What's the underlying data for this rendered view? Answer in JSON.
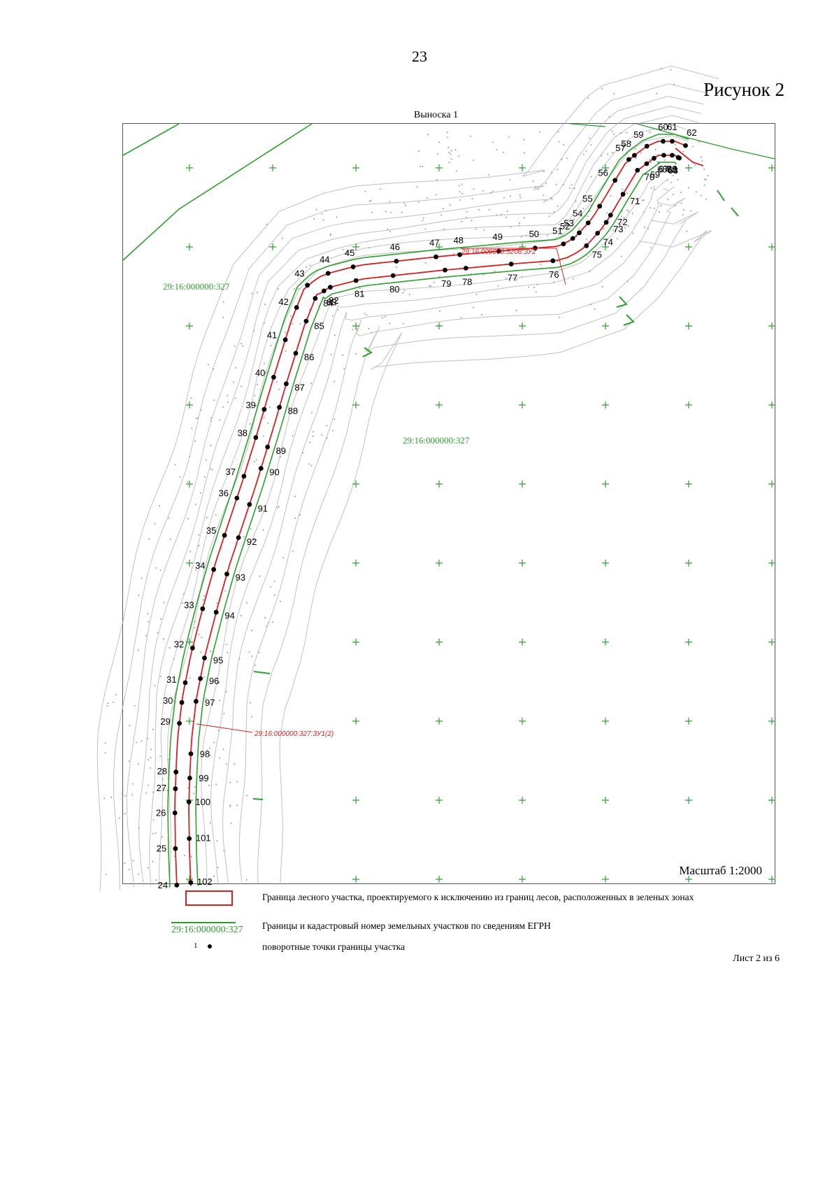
{
  "page_number": "23",
  "figure_title": "Рисунок 2",
  "callout_label": "Выноска 1",
  "map": {
    "cadastral_labels": [
      "29:16:000000:327",
      "29:16:000000:327"
    ],
    "parcel_labels": [
      "29:16:000000:5208:ЗУ2",
      "29:16:000000:327:ЗУ1(2)"
    ],
    "scale": "Масштаб 1:2000",
    "colors": {
      "boundary": "#d62020",
      "cadastral": "#2ca02c",
      "points": "#000000",
      "relief": "#b5b5b5"
    },
    "left_points": [
      {
        "n": "24",
        "lat": 2
      },
      {
        "n": "25",
        "lat": 54
      },
      {
        "n": "26",
        "lat": 105
      },
      {
        "n": "27",
        "lat": 139
      },
      {
        "n": "28",
        "lat": 163
      },
      {
        "n": "29",
        "lat": 232
      },
      {
        "n": "30",
        "lat": 262
      },
      {
        "n": "31",
        "lat": 290
      },
      {
        "n": "32",
        "lat": 340
      },
      {
        "n": "33",
        "lat": 398
      },
      {
        "n": "34",
        "lat": 456
      },
      {
        "n": "35",
        "lat": 507
      },
      {
        "n": "36",
        "lat": 563
      },
      {
        "n": "37",
        "lat": 596
      },
      {
        "n": "38",
        "lat": 654
      },
      {
        "n": "39",
        "lat": 696
      },
      {
        "n": "40",
        "lat": 744
      },
      {
        "n": "41",
        "lat": 800
      },
      {
        "n": "42",
        "lat": 848
      },
      {
        "n": "43",
        "lat": 878
      },
      {
        "n": "44",
        "lat": 909
      },
      {
        "n": "45",
        "lat": 946
      },
      {
        "n": "46",
        "lat": 1007
      },
      {
        "n": "47",
        "lat": 1064
      },
      {
        "n": "48",
        "lat": 1098
      },
      {
        "n": "49",
        "lat": 1154
      },
      {
        "n": "50",
        "lat": 1206
      },
      {
        "n": "51",
        "lat": 1251
      },
      {
        "n": "52",
        "lat": 1268
      },
      {
        "n": "53",
        "lat": 1283
      },
      {
        "n": "54",
        "lat": 1302
      },
      {
        "n": "55",
        "lat": 1333
      },
      {
        "n": "56",
        "lat": 1376
      },
      {
        "n": "57",
        "lat": 1408
      },
      {
        "n": "58",
        "lat": 1418
      },
      {
        "n": "59",
        "lat": 1440
      },
      {
        "n": "60",
        "lat": 1459
      },
      {
        "n": "61",
        "lat": 1472
      },
      {
        "n": "62",
        "lat": 1500
      }
    ],
    "right_points": [
      {
        "n": "63",
        "lat": 1510
      },
      {
        "n": "64",
        "lat": 1505
      },
      {
        "n": "65",
        "lat": 1486
      },
      {
        "n": "66",
        "lat": 1472
      },
      {
        "n": "67",
        "lat": 1460
      },
      {
        "n": "68",
        "lat": 1438
      },
      {
        "n": "69",
        "lat": 1425
      },
      {
        "n": "70",
        "lat": 1405
      },
      {
        "n": "71",
        "lat": 1365
      },
      {
        "n": "72",
        "lat": 1330
      },
      {
        "n": "73",
        "lat": 1318
      },
      {
        "n": "74",
        "lat": 1300
      },
      {
        "n": "75",
        "lat": 1276
      },
      {
        "n": "76",
        "lat": 1230
      },
      {
        "n": "77",
        "lat": 1170
      },
      {
        "n": "78",
        "lat": 1105
      },
      {
        "n": "79",
        "lat": 1075
      },
      {
        "n": "80",
        "lat": 1000
      },
      {
        "n": "81",
        "lat": 945
      },
      {
        "n": "82",
        "lat": 907
      },
      {
        "n": "83",
        "lat": 893
      },
      {
        "n": "84",
        "lat": 870
      },
      {
        "n": "85",
        "lat": 835
      },
      {
        "n": "86",
        "lat": 786
      },
      {
        "n": "87",
        "lat": 740
      },
      {
        "n": "88",
        "lat": 705
      },
      {
        "n": "89",
        "lat": 646
      },
      {
        "n": "90",
        "lat": 614
      },
      {
        "n": "91",
        "lat": 560
      },
      {
        "n": "92",
        "lat": 510
      },
      {
        "n": "93",
        "lat": 455
      },
      {
        "n": "94",
        "lat": 398
      },
      {
        "n": "95",
        "lat": 330
      },
      {
        "n": "96",
        "lat": 300
      },
      {
        "n": "97",
        "lat": 266
      },
      {
        "n": "98",
        "lat": 190
      },
      {
        "n": "99",
        "lat": 155
      },
      {
        "n": "100",
        "lat": 121
      },
      {
        "n": "101",
        "lat": 68
      },
      {
        "n": "102",
        "lat": 5
      }
    ]
  },
  "legend": {
    "boundary_text": "Граница лесного участка, проектируемого к исключению из границ лесов, расположенных в зеленых зонах",
    "cadastral_number": "29:16:000000:327",
    "cadastral_text": "Границы и кадастровый номер земельных участков по сведениям ЕГРН",
    "point_number": "1",
    "point_text": "поворотные точки границы участка"
  },
  "sheet_label": "Лист 2 из 6"
}
